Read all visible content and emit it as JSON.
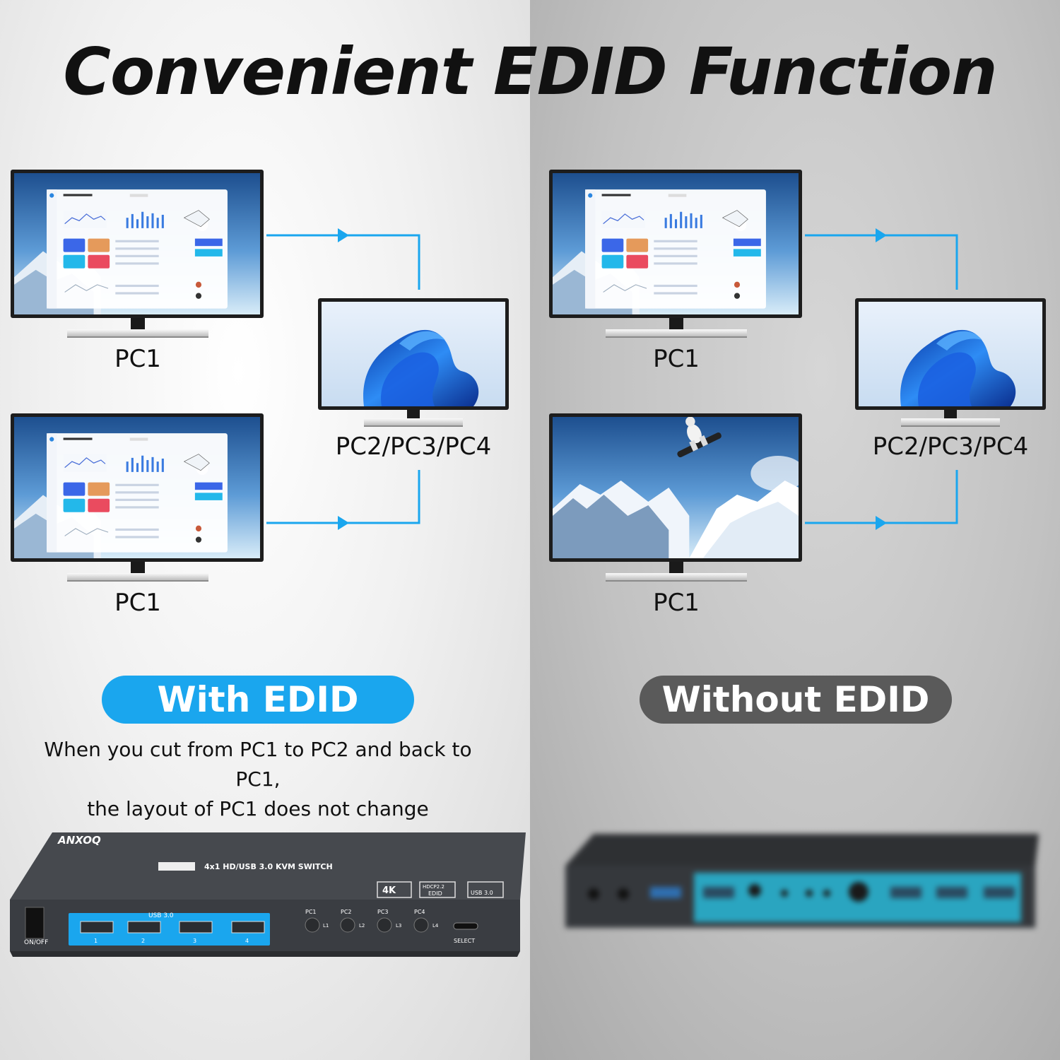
{
  "title": "Convenient EDID Function",
  "left": {
    "pill_label": "With EDID",
    "caption_line1": "When you cut from PC1 to PC2 and back to PC1,",
    "caption_line2": "the layout of PC1 does not change",
    "monitor_top_label": "PC1",
    "monitor_mid_label": "PC2/PC3/PC4",
    "monitor_bottom_label": "PC1"
  },
  "right": {
    "pill_label": "Without EDID",
    "monitor_top_label": "PC1",
    "monitor_mid_label": "PC2/PC3/PC4",
    "monitor_bottom_label": "PC1"
  },
  "device": {
    "brand": "ANXOQ",
    "model": "4x1 HD/USB 3.0 KVM SWITCH",
    "usb_label": "USB 3.0",
    "port_numbers": [
      "1",
      "2",
      "3",
      "4"
    ],
    "pc_buttons": [
      "PC1",
      "PC2",
      "PC3",
      "PC4"
    ],
    "led_labels": [
      "L1",
      "L2",
      "L3",
      "L4"
    ],
    "power_label": "ON/OFF",
    "select_label": "SELECT",
    "badge_4k": "4K",
    "badge_edid_top": "HDCP2.2",
    "badge_edid_bottom": "EDID",
    "badge_usb": "USB 3.0"
  },
  "colors": {
    "accent": "#1aa6ee",
    "pill_gray": "#5a5a5a",
    "arrow": "#1aa6ee",
    "device_body": "#3c3f44"
  }
}
